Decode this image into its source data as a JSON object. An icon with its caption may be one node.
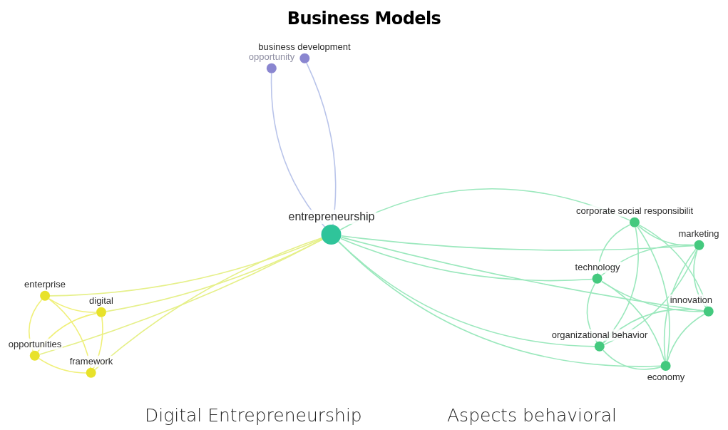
{
  "diagram": {
    "title": "Business Models",
    "nodes": [
      {
        "text": [
          "business development"
        ]
      },
      {
        "text": [
          "opportunity"
        ]
      },
      {
        "text": [
          "entrepreneurship"
        ]
      },
      {
        "text": [
          "enterprise"
        ]
      },
      {
        "text": [
          "digital"
        ]
      },
      {
        "text": [
          "opportunities"
        ]
      },
      {
        "text": [
          "framework"
        ]
      },
      {
        "text": [
          "corporate social responsibilit"
        ]
      },
      {
        "text": [
          "marketing"
        ]
      },
      {
        "text": [
          "technology"
        ]
      },
      {
        "text": [
          "innovation"
        ]
      },
      {
        "text": [
          "organizational behavior"
        ]
      },
      {
        "text": [
          "economy"
        ]
      }
    ],
    "edges": [
      {
        "from": 2,
        "to": 0,
        "arrow": "none",
        "color": "#b9c4ea"
      },
      {
        "from": 2,
        "to": 1,
        "arrow": "none",
        "color": "#b9c4ea"
      },
      {
        "from": 2,
        "to": 3,
        "arrow": "none",
        "color": "#e6f08a"
      },
      {
        "from": 2,
        "to": 4,
        "arrow": "none",
        "color": "#e6f08a"
      },
      {
        "from": 2,
        "to": 5,
        "arrow": "none",
        "color": "#e6f08a"
      },
      {
        "from": 2,
        "to": 6,
        "arrow": "none",
        "color": "#e6f08a"
      },
      {
        "from": 2,
        "to": 7,
        "arrow": "none"
      },
      {
        "from": 2,
        "to": 8,
        "arrow": "none"
      },
      {
        "from": 2,
        "to": 9,
        "arrow": "none"
      },
      {
        "from": 2,
        "to": 10,
        "arrow": "none"
      },
      {
        "from": 2,
        "to": 11,
        "arrow": "none"
      },
      {
        "from": 2,
        "to": 12,
        "arrow": "none"
      },
      {
        "from": 3,
        "to": 4,
        "arrow": "none",
        "color": "#f0f07a"
      },
      {
        "from": 3,
        "to": 5,
        "arrow": "none",
        "color": "#f0f07a"
      },
      {
        "from": 3,
        "to": 6,
        "arrow": "none",
        "color": "#f0f07a"
      },
      {
        "from": 4,
        "to": 5,
        "arrow": "none",
        "color": "#f0f07a"
      },
      {
        "from": 4,
        "to": 6,
        "arrow": "none",
        "color": "#f0f07a"
      },
      {
        "from": 5,
        "to": 6,
        "arrow": "none",
        "color": "#f0f07a"
      },
      {
        "from": 7,
        "to": 8,
        "arrow": "none"
      },
      {
        "from": 7,
        "to": 9,
        "arrow": "none"
      },
      {
        "from": 7,
        "to": 10,
        "arrow": "none"
      },
      {
        "from": 7,
        "to": 11,
        "arrow": "none"
      },
      {
        "from": 7,
        "to": 12,
        "arrow": "none"
      },
      {
        "from": 8,
        "to": 9,
        "arrow": "none"
      },
      {
        "from": 8,
        "to": 10,
        "arrow": "none"
      },
      {
        "from": 8,
        "to": 11,
        "arrow": "none"
      },
      {
        "from": 8,
        "to": 12,
        "arrow": "none"
      },
      {
        "from": 9,
        "to": 10,
        "arrow": "none"
      },
      {
        "from": 9,
        "to": 11,
        "arrow": "none"
      },
      {
        "from": 9,
        "to": 12,
        "arrow": "none"
      },
      {
        "from": 10,
        "to": 11,
        "arrow": "none"
      },
      {
        "from": 10,
        "to": 12,
        "arrow": "none"
      },
      {
        "from": 11,
        "to": 12,
        "arrow": "none"
      }
    ],
    "labels": [
      "Digital Entrepreneurship",
      "Aspects behavioral"
    ]
  }
}
